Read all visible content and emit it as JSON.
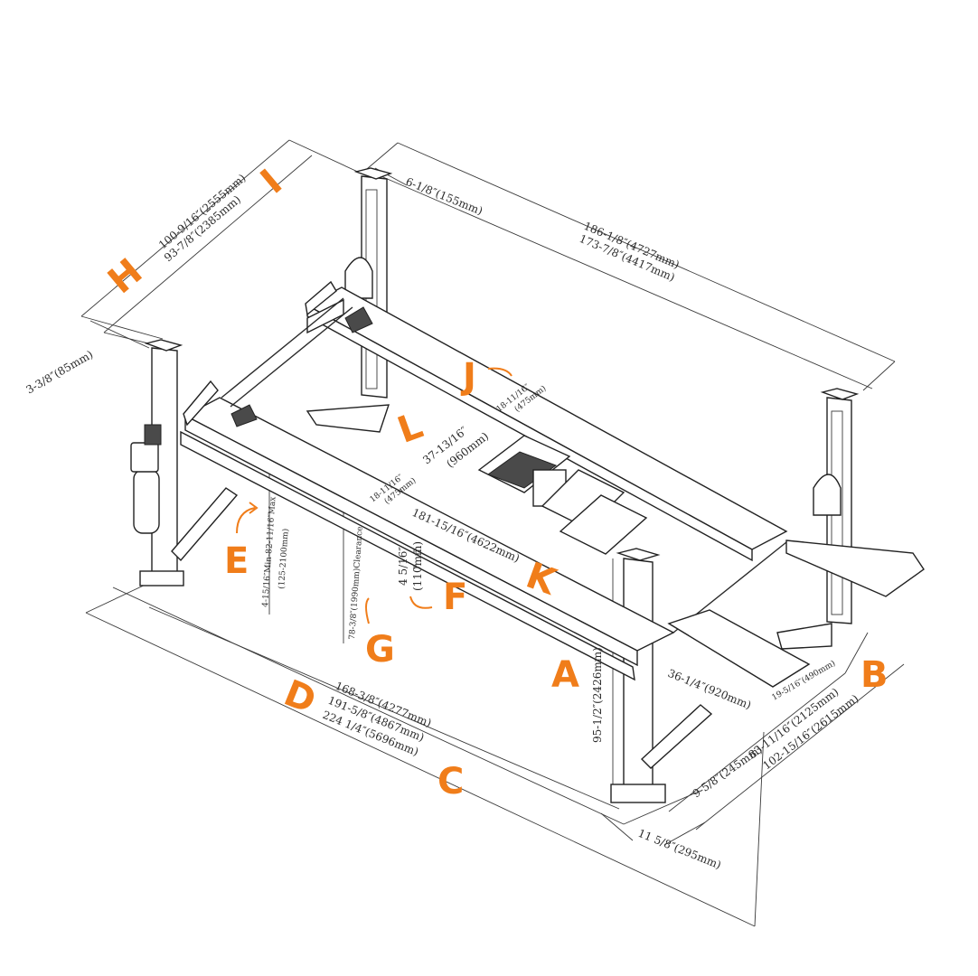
{
  "colors": {
    "accent": "#f07d1a",
    "line": "#2b2b2b"
  },
  "letters": {
    "A": "A",
    "B": "B",
    "C": "C",
    "D": "D",
    "E": "E",
    "F": "F",
    "G": "G",
    "H": "H",
    "I": "I",
    "J": "J",
    "K": "K",
    "L": "L"
  },
  "dimensions": {
    "h_outer": "100-9/16″(2555mm)",
    "h_inner": "93-7/8″(2385mm)",
    "top_offset": "6-1/8″(155mm)",
    "i_outer": "186-1/8″(4727mm)",
    "i_inner": "173-7/8″(4417mm)",
    "left_offset": "3-3/8″(85mm)",
    "j_value": "18-11/16″",
    "j_mm": "(475mm)",
    "l_value": "37-13/16″",
    "l_mm": "(960mm)",
    "runway_w": "18-11/16″",
    "runway_w_mm": "(475mm)",
    "k_value": "181-15/16″(4622mm)",
    "f_value": "4 5/16″",
    "f_mm": "(110mm)",
    "e_value": "4-15/16″Min-82-11/16″Max",
    "e_mm": "(125-2100mm)",
    "g_value": "78-3/8″(1990mm)Clearance",
    "a_value": "95-1/2″(2426mm)",
    "ramp_w": "36-1/4″(920mm)",
    "ramp_h": "19-5/16″(490mm)",
    "b_inner": "83-11/16″(2125mm)",
    "b_outer": "102-15/16″(2615mm)",
    "d_value": "168-3/8″(4277mm)",
    "mid_value": "191-5/8″(4867mm)",
    "c_value": "224 1/4″(5696mm)",
    "post_w": "9-5/8″(245mm)",
    "bottom_offset": "11 5/8″(295mm)"
  }
}
